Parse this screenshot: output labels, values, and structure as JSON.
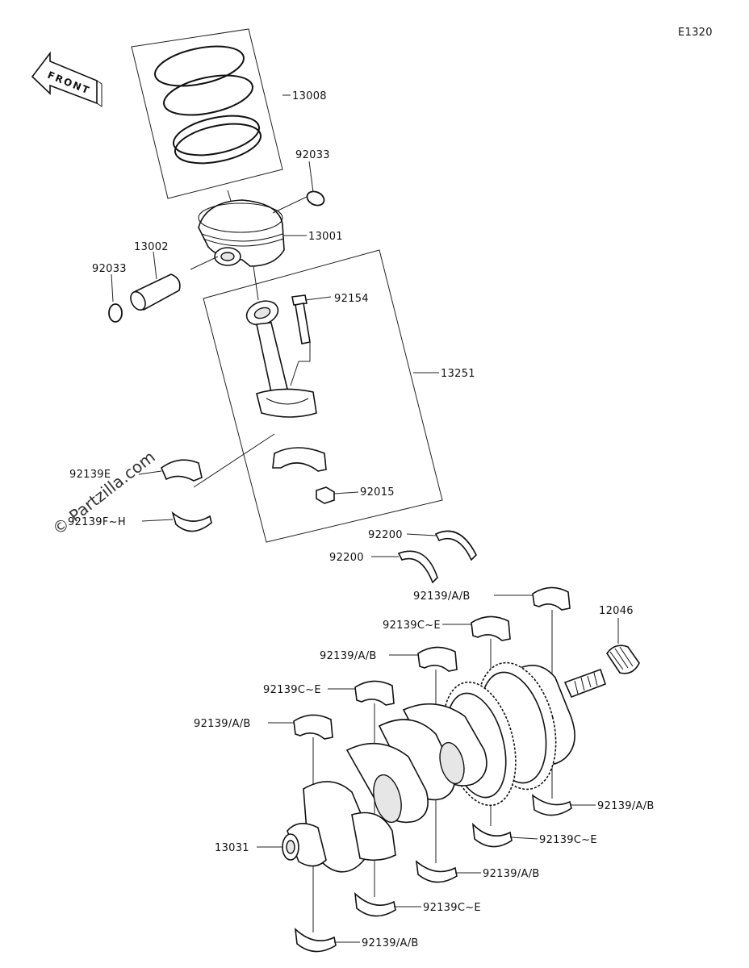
{
  "diagram_id": "E1320",
  "front_label": "FRONT",
  "watermark": "© Partzilla.com",
  "labels": {
    "p13008": "13008",
    "p92033_top": "92033",
    "p13001": "13001",
    "p13002": "13002",
    "p92033_left": "92033",
    "p92154": "92154",
    "p13251": "13251",
    "p92139E": "92139E",
    "p92139FH": "92139F~H",
    "p92015": "92015",
    "p92200_a": "92200",
    "p92200_b": "92200",
    "p92139AB_1": "92139/A/B",
    "p12046": "12046",
    "p92139CE_1": "92139C~E",
    "p92139AB_2": "92139/A/B",
    "p92139CE_2": "92139C~E",
    "p92139AB_3": "92139/A/B",
    "p92139AB_r1": "92139/A/B",
    "p92139CE_r1": "92139C~E",
    "p13031": "13031",
    "p92139AB_r2": "92139/A/B",
    "p92139CE_r2": "92139C~E",
    "p92139AB_r3": "92139/A/B"
  },
  "colors": {
    "line": "#222222",
    "part_fill": "#ffffff",
    "shade": "#e6e6e6"
  }
}
